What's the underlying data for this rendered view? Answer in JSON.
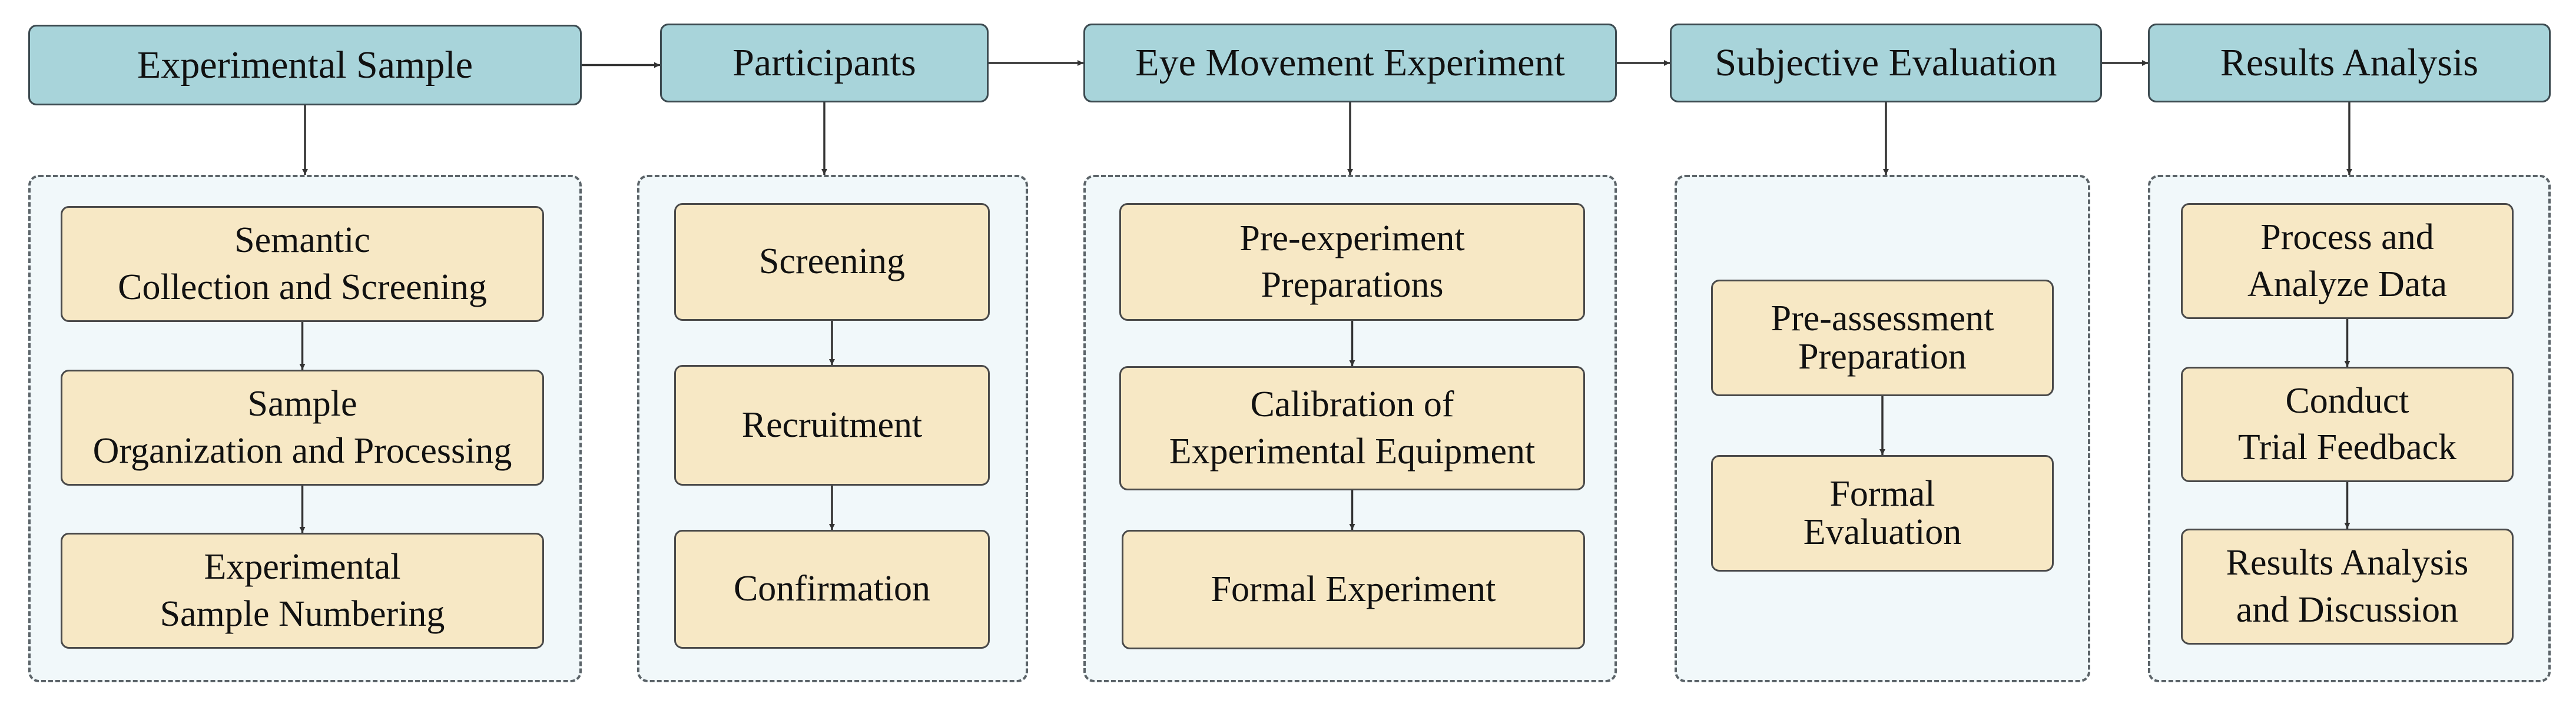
{
  "colors": {
    "header_fill": "#a8d4da",
    "panel_fill": "#f1f8fa",
    "step_fill": "#f7e8c5",
    "line": "#333333"
  },
  "stages": [
    {
      "title": "Experimental Sample",
      "steps": [
        "Semantic\nCollection and Screening",
        "Sample\nOrganization and Processing",
        "Experimental\nSample Numbering"
      ]
    },
    {
      "title": "Participants",
      "steps": [
        "Screening",
        "Recruitment",
        "Confirmation"
      ]
    },
    {
      "title": "Eye Movement Experiment",
      "steps": [
        "Pre-experiment\nPreparations",
        "Calibration of\nExperimental Equipment",
        "Formal Experiment"
      ]
    },
    {
      "title": "Subjective Evaluation",
      "steps": [
        "Pre-assessment\nPreparation",
        "Formal\nEvaluation"
      ]
    },
    {
      "title": "Results Analysis",
      "steps": [
        "Process and\nAnalyze Data",
        "Conduct\nTrial Feedback",
        "Results Analysis\nand Discussion"
      ]
    }
  ]
}
